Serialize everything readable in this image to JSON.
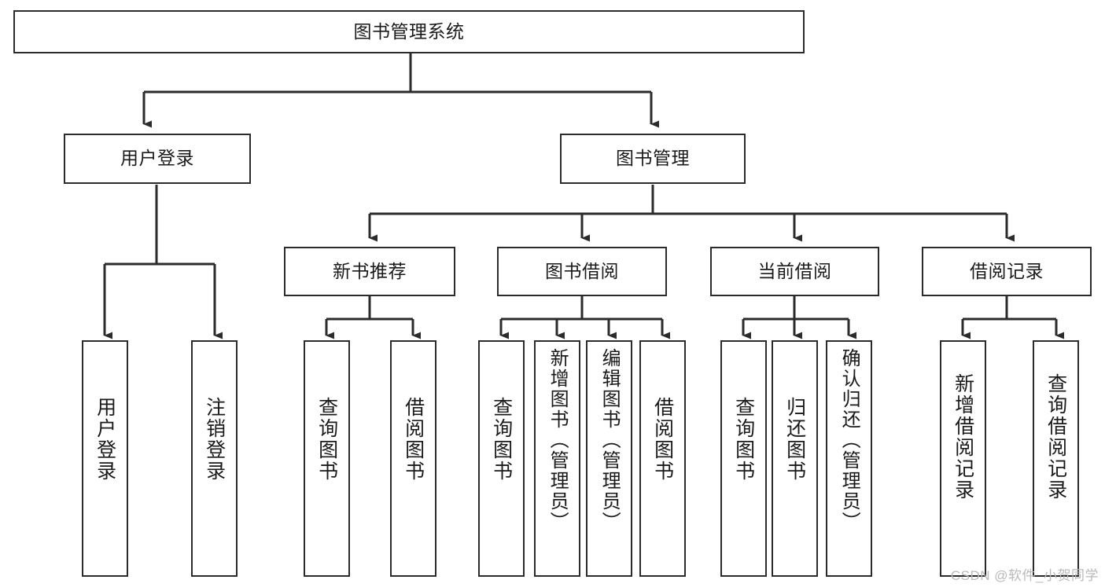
{
  "diagram": {
    "type": "tree-hierarchy",
    "title": "图书管理系统",
    "watermark": "CSDN @软件_小贺同学",
    "colors": {
      "stroke": "#2b2b2b",
      "fill": "#ffffff",
      "text": "#1a1a1a",
      "watermark": "#b9b9b9"
    },
    "nodes": [
      {
        "id": "root",
        "label": "图书管理系统",
        "level": 1,
        "orientation": "horizontal"
      },
      {
        "id": "user-login",
        "label": "用户登录",
        "level": 2,
        "orientation": "horizontal"
      },
      {
        "id": "book-manage",
        "label": "图书管理",
        "level": 2,
        "orientation": "horizontal"
      },
      {
        "id": "new-book-rec",
        "label": "新书推荐",
        "level": 3,
        "orientation": "horizontal"
      },
      {
        "id": "book-borrow",
        "label": "图书借阅",
        "level": 3,
        "orientation": "horizontal"
      },
      {
        "id": "current-borrow",
        "label": "当前借阅",
        "level": 3,
        "orientation": "horizontal"
      },
      {
        "id": "borrow-record",
        "label": "借阅记录",
        "level": 3,
        "orientation": "horizontal"
      },
      {
        "id": "leaf-user-login",
        "label": "用户登录",
        "level": 4,
        "orientation": "vertical"
      },
      {
        "id": "leaf-logout",
        "label": "注销登录",
        "level": 4,
        "orientation": "vertical"
      },
      {
        "id": "leaf-query-1",
        "label": "查询图书",
        "level": 4,
        "orientation": "vertical"
      },
      {
        "id": "leaf-borrow-1",
        "label": "借阅图书",
        "level": 4,
        "orientation": "vertical"
      },
      {
        "id": "leaf-query-2",
        "label": "查询图书",
        "level": 4,
        "orientation": "vertical"
      },
      {
        "id": "leaf-add-book",
        "label": "新增图书（管理员）",
        "level": 4,
        "orientation": "vertical"
      },
      {
        "id": "leaf-edit-book",
        "label": "编辑图书（管理员）",
        "level": 4,
        "orientation": "vertical"
      },
      {
        "id": "leaf-borrow-2",
        "label": "借阅图书",
        "level": 4,
        "orientation": "vertical"
      },
      {
        "id": "leaf-query-3",
        "label": "查询图书",
        "level": 4,
        "orientation": "vertical"
      },
      {
        "id": "leaf-return",
        "label": "归还图书",
        "level": 4,
        "orientation": "vertical"
      },
      {
        "id": "leaf-confirm",
        "label": "确认归还（管理员）",
        "level": 4,
        "orientation": "vertical"
      },
      {
        "id": "leaf-add-rec",
        "label": "新增借阅记录",
        "level": 4,
        "orientation": "vertical"
      },
      {
        "id": "leaf-query-rec",
        "label": "查询借阅记录",
        "level": 4,
        "orientation": "vertical"
      }
    ],
    "edges": [
      {
        "from": "root",
        "to": "user-login"
      },
      {
        "from": "root",
        "to": "book-manage"
      },
      {
        "from": "book-manage",
        "to": "new-book-rec"
      },
      {
        "from": "book-manage",
        "to": "book-borrow"
      },
      {
        "from": "book-manage",
        "to": "current-borrow"
      },
      {
        "from": "book-manage",
        "to": "borrow-record"
      },
      {
        "from": "user-login",
        "to": "leaf-user-login"
      },
      {
        "from": "user-login",
        "to": "leaf-logout"
      },
      {
        "from": "new-book-rec",
        "to": "leaf-query-1"
      },
      {
        "from": "new-book-rec",
        "to": "leaf-borrow-1"
      },
      {
        "from": "book-borrow",
        "to": "leaf-query-2"
      },
      {
        "from": "book-borrow",
        "to": "leaf-add-book"
      },
      {
        "from": "book-borrow",
        "to": "leaf-edit-book"
      },
      {
        "from": "book-borrow",
        "to": "leaf-borrow-2"
      },
      {
        "from": "current-borrow",
        "to": "leaf-query-3"
      },
      {
        "from": "current-borrow",
        "to": "leaf-return"
      },
      {
        "from": "current-borrow",
        "to": "leaf-confirm"
      },
      {
        "from": "borrow-record",
        "to": "leaf-add-rec"
      },
      {
        "from": "borrow-record",
        "to": "leaf-query-rec"
      }
    ]
  }
}
